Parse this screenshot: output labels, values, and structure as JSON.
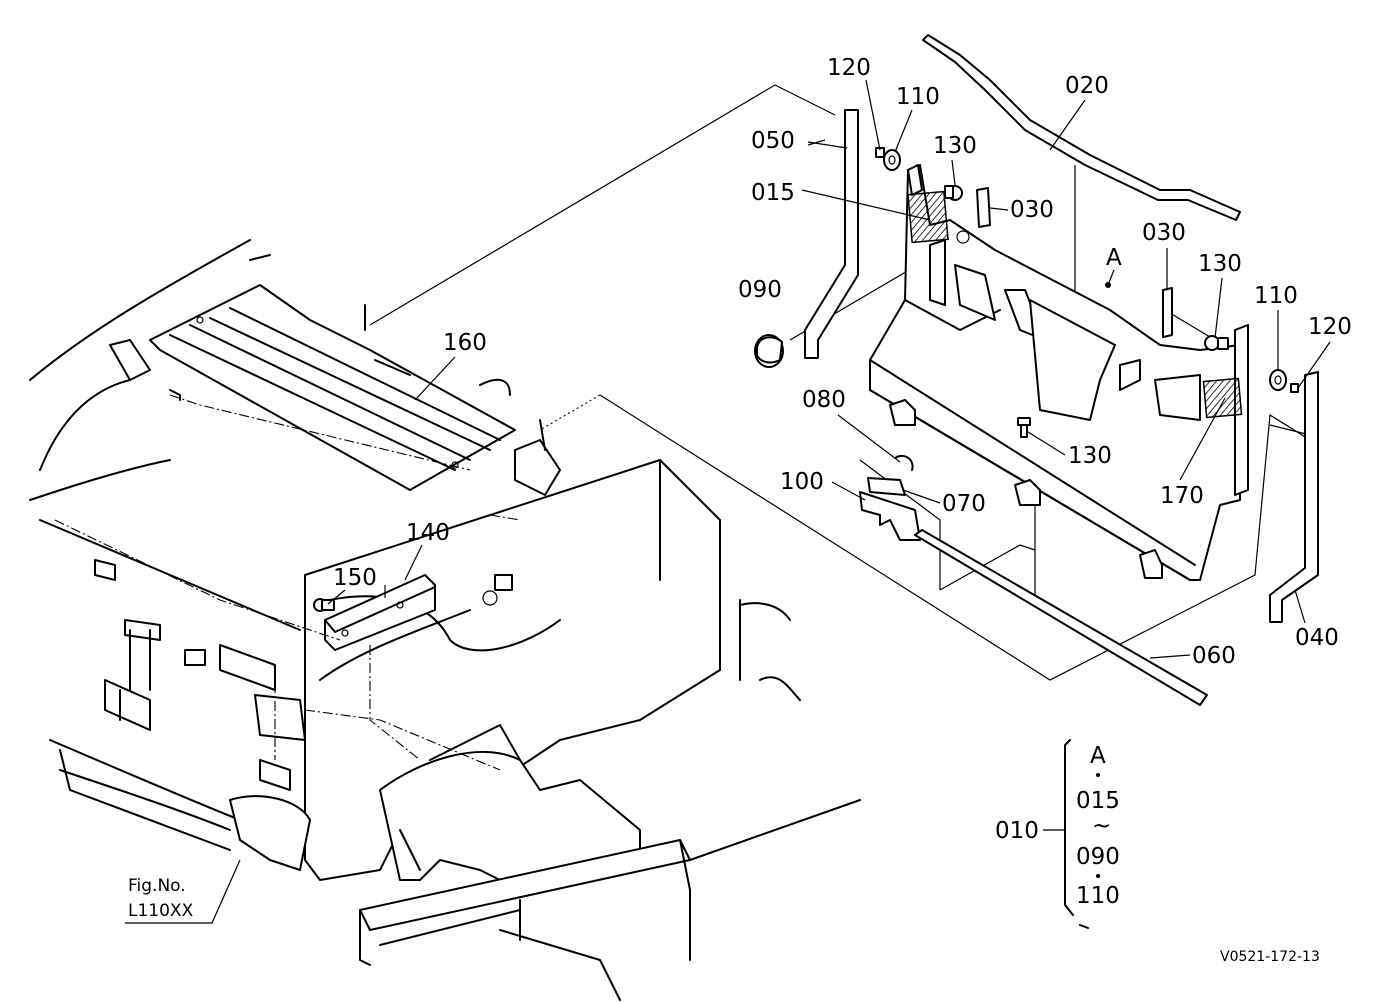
{
  "figure_ref": {
    "prefix": "Fig.No.",
    "code": "L110XX"
  },
  "drawing_code": "V0521-172-13",
  "assembly": {
    "number": "010",
    "contents": [
      "A",
      "015",
      "090",
      "110"
    ],
    "range_mark": "~"
  },
  "callouts": {
    "p120a": "120",
    "p110a": "110",
    "p050": "050",
    "p130a": "130",
    "p015": "015",
    "p030a": "030",
    "p020": "020",
    "p030b": "030",
    "pA": "A",
    "p130b": "130",
    "p090": "090",
    "p110b": "110",
    "p120b": "120",
    "p160": "160",
    "p080": "080",
    "p130c": "130",
    "p100": "100",
    "p070": "070",
    "p170": "170",
    "p140": "140",
    "p150": "150",
    "p060": "060",
    "p040": "040"
  }
}
